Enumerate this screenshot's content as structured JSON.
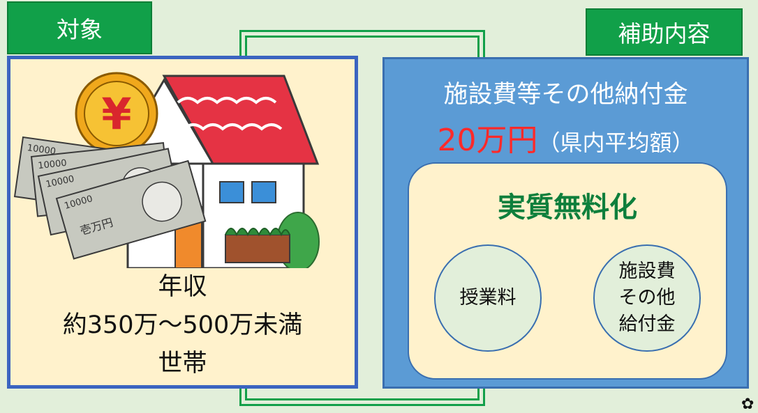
{
  "tabs": {
    "target": "対象",
    "subsidy": "補助内容"
  },
  "target": {
    "line1": "年収",
    "line2": "約350万～500万未満",
    "line3": "世帯"
  },
  "subsidy": {
    "title": "施設費等その他納付金",
    "amount": "20万円",
    "amount_note": "（県内平均額）",
    "free_title": "実質無料化",
    "circle_tuition": "授業料",
    "circle_facility": "施設費\nその他\n給付金"
  },
  "illustration": {
    "yen_symbol": "¥",
    "banknote_number": "10000",
    "banknote_text": "壱万円"
  },
  "colors": {
    "background": "#e2efda",
    "tab_green": "#11a049",
    "panel_yellow": "#fff2cc",
    "panel_blue": "#5b9bd5",
    "amount_red": "#ff2a2a",
    "free_green": "#0e7f3c"
  }
}
